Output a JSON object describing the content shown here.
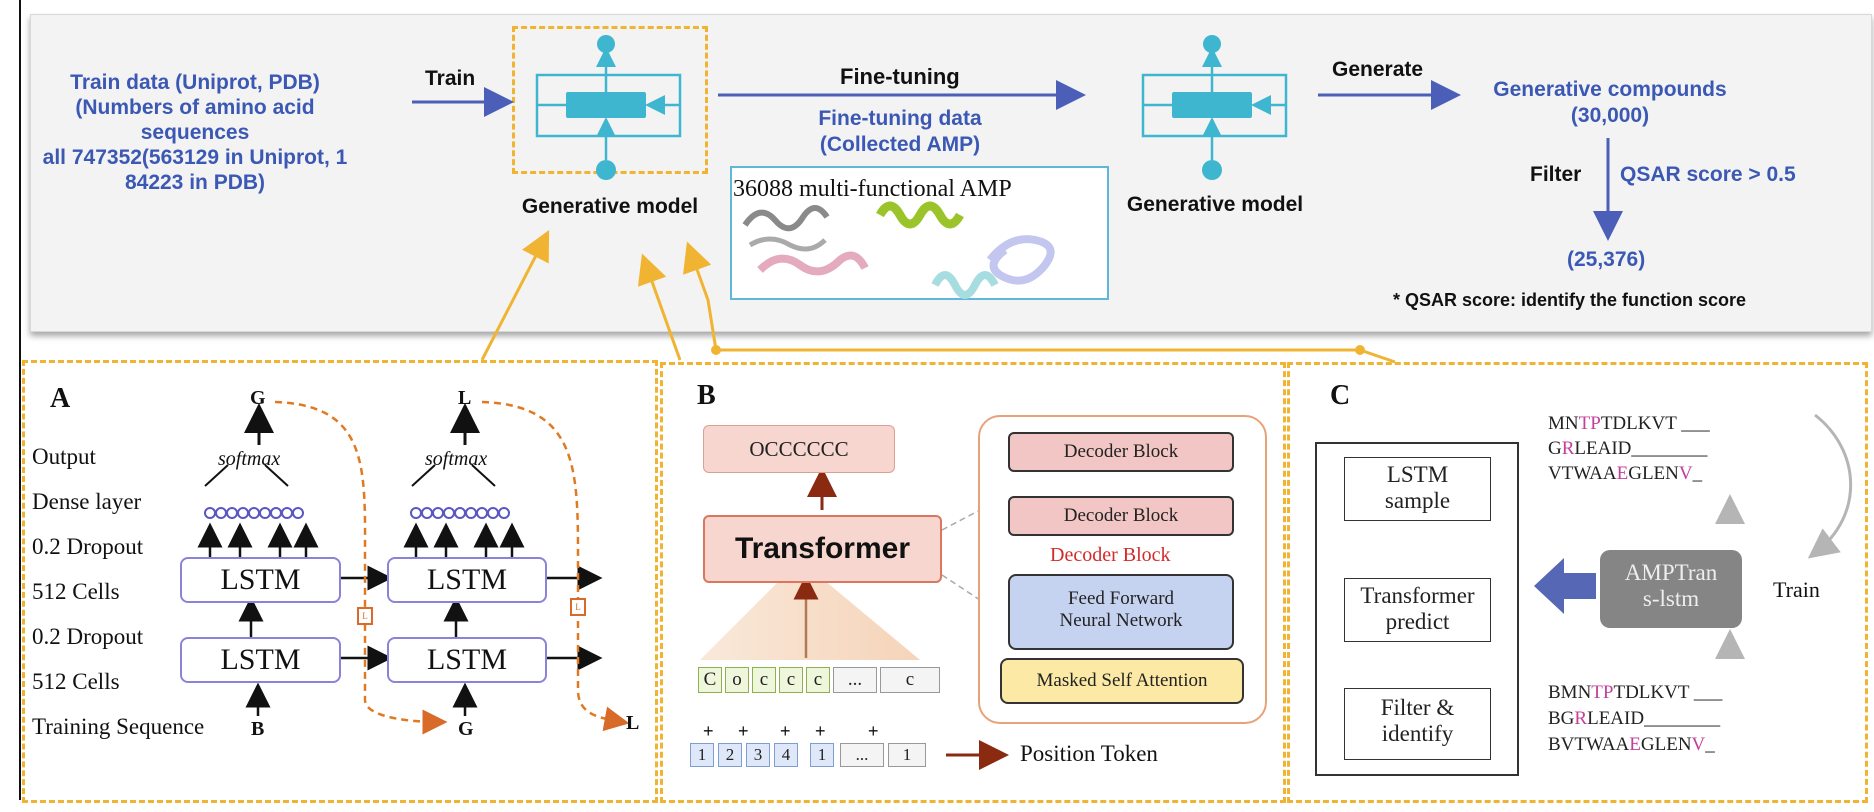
{
  "top": {
    "train_data_lines": [
      "Train data (Uniprot, PDB)",
      "(Numbers of amino acid",
      "sequences",
      "all 747352(563129 in Uniprot, 1",
      "84223 in PDB)"
    ],
    "train_label": "Train",
    "gen_model_1": "Generative model",
    "fine_tuning_label": "Fine-tuning",
    "fine_tuning_data_lines": [
      "Fine-tuning data",
      "(Collected AMP)"
    ],
    "amp_box_label": "36088 multi-functional AMP",
    "gen_model_2": "Generative model",
    "generate_label": "Generate",
    "gen_compounds_lines": [
      "Generative compounds",
      "(30,000)"
    ],
    "filter_label": "Filter",
    "qsar_label": "QSAR score > 0.5",
    "filtered_count": "(25,376)",
    "footnote": "* QSAR score: identify the function score"
  },
  "panel_a": {
    "letter": "A",
    "layer_labels": [
      "Output",
      "Dense layer",
      "0.2 Dropout",
      "512 Cells",
      "0.2 Dropout",
      "512 Cells",
      "Training Sequence"
    ],
    "softmax_label": "softmax",
    "lstm_label": "LSTM",
    "output_tokens": [
      "G",
      "L"
    ],
    "input_tokens": [
      "B",
      "G"
    ],
    "shifted_tokens": [
      "G",
      "L"
    ],
    "mini_label": "L"
  },
  "panel_b": {
    "letter": "B",
    "output_label": "OCCCCCC",
    "transformer_label": "Transformer",
    "decoder_block": "Decoder Block",
    "ellipsis": "...",
    "decoder_block_red": "Decoder Block",
    "ffn_lines": [
      "Feed Forward",
      "Neural Network"
    ],
    "masked_attention": "Masked Self Attention",
    "seq_cells": [
      "C",
      "o",
      "c",
      "c",
      "c",
      "...",
      "c"
    ],
    "pos_cells": [
      "1",
      "2",
      "3",
      "4",
      "1",
      "...",
      "1"
    ],
    "plus": "+",
    "position_token": "Position Token"
  },
  "panel_c": {
    "letter": "C",
    "flow_lstm": [
      "LSTM",
      "sample"
    ],
    "flow_transformer": [
      "Transformer",
      "predict"
    ],
    "flow_filter": [
      "Filter &",
      "identify"
    ],
    "model_lines": [
      "AMPTran",
      "s-lstm"
    ],
    "train_label": "Train",
    "top_seqs": [
      [
        "MN",
        "TP",
        "TDLKVT ___"
      ],
      [
        "G",
        "R",
        "LEAID________"
      ],
      [
        "VTWAA",
        "E",
        "GLEN",
        "V",
        "_"
      ]
    ],
    "bottom_seqs": [
      [
        "BMN",
        "TP",
        "TDLKVT ___"
      ],
      [
        "BG",
        "R",
        "LEAID________"
      ],
      [
        "BVTWAA",
        "E",
        "GLEN",
        "V",
        "_"
      ]
    ]
  },
  "colors": {
    "accent_blue": "#3b58b4",
    "dash_orange": "#f0b432",
    "teal": "#3fb6cf",
    "lstm_border": "#8b83d8",
    "decoder_red": "#d42a2a",
    "pink": "#c2409a"
  }
}
